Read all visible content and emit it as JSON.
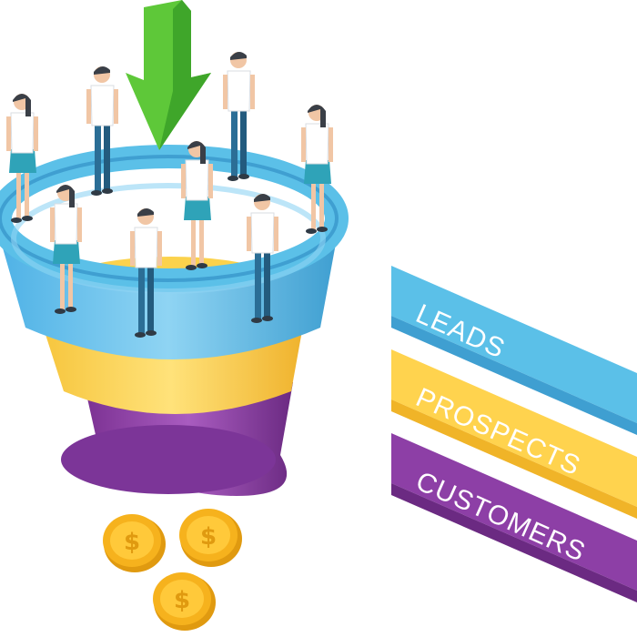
{
  "funnel": {
    "stages": [
      {
        "label": "LEADS",
        "color": "#5bc0e8",
        "dark": "#3f9fd1"
      },
      {
        "label": "PROSPECTS",
        "color": "#ffd34e",
        "dark": "#f0b428"
      },
      {
        "label": "CUSTOMERS",
        "color": "#8d3fa6",
        "dark": "#6b2a82"
      }
    ],
    "arrow_color": "#5ec839",
    "coin_symbol": "$",
    "coin_color": "#f6b21d"
  }
}
